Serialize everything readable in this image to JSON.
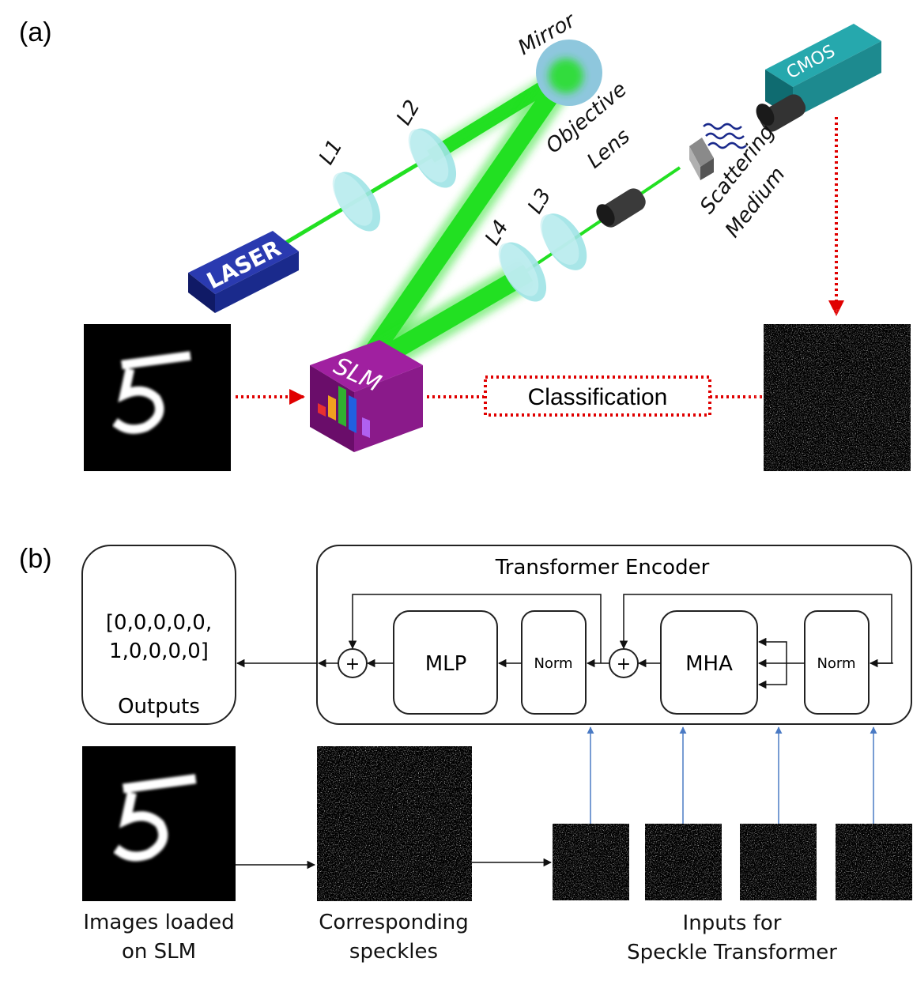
{
  "panel_a": {
    "label": "(a)",
    "components": {
      "laser": "LASER",
      "l1": "L1",
      "l2": "L2",
      "l3": "L3",
      "l4": "L4",
      "mirror": "Mirror",
      "objective_line1": "Objective",
      "objective_line2": "Lens",
      "scattering_line1": "Scattering",
      "scattering_line2": "Medium",
      "cmos": "CMOS",
      "slm": "SLM"
    },
    "classification": "Classification"
  },
  "panel_b": {
    "label": "(b)",
    "outputs": {
      "line1": "[0,0,0,0,0,",
      "line2": "1,0,0,0,0]",
      "title": "Outputs"
    },
    "encoder": {
      "title": "Transformer Encoder",
      "mlp": "MLP",
      "norm1": "Norm",
      "mha": "MHA",
      "norm2": "Norm",
      "plus": "+"
    },
    "captions": {
      "images_line1": "Images loaded",
      "images_line2": "on SLM",
      "speckles_line1": "Corresponding",
      "speckles_line2": "speckles",
      "inputs_line1": "Inputs for",
      "inputs_line2": "Speckle Transformer"
    }
  },
  "colors": {
    "beam": "#22e022",
    "lens": "#9fe3e6",
    "laser_box": "#1a2a8c",
    "slm_box": "#8a1a8a",
    "cmos_box": "#1d8a8f",
    "dotted_arrow": "#e00000",
    "input_arrow": "#4a7ac4"
  }
}
